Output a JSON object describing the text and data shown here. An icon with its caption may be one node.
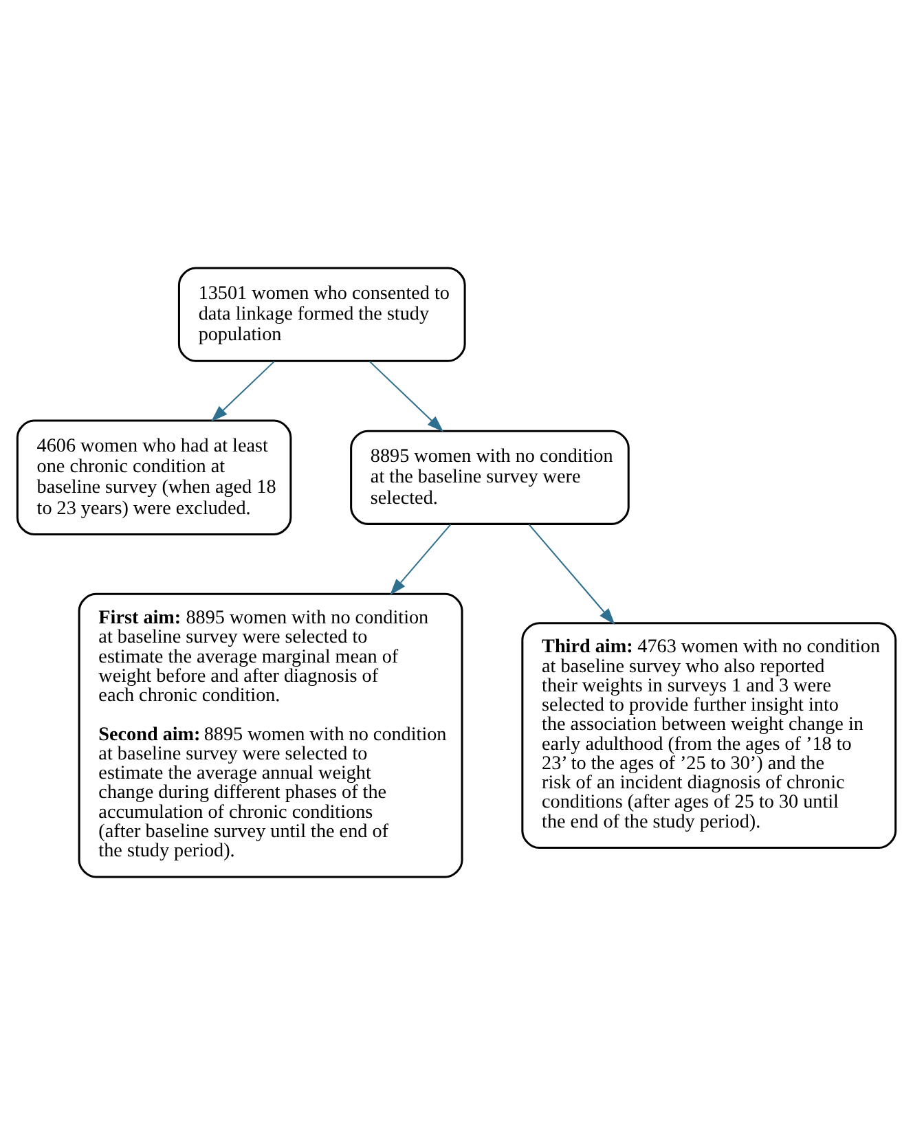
{
  "diagram": {
    "nodes": [
      {
        "text": [
          "13501 women who consented to data linkage formed the study population"
        ]
      },
      {
        "text": [
          "4606 women who had at least one chronic condition at baseline survey (when aged 18 to 23 years) were excluded."
        ]
      },
      {
        "text": [
          "8895 women with no condition at the baseline survey were selected."
        ]
      },
      {
        "text": [
          "**First aim:** 8895 women with no condition at baseline survey were selected to estimate the average marginal mean of weight before and after diagnosis of each chronic condition.",
          "**Second aim:** 8895 women with no condition at baseline survey were selected to estimate the average annual weight change during different phases of the accumulation of chronic conditions (after baseline survey until the end of the study period)."
        ]
      },
      {
        "text": [
          "**Third aim:** 4763 women with no condition at baseline survey who also reported their weights in surveys 1 and 3 were selected to provide further insight into the association between weight change in early adulthood (from the ages of ’18 to 23’ to the ages of ’25 to 30’) and the risk of an incident diagnosis of chronic conditions (after ages of 25 to 30 until the end of the study period)."
        ]
      }
    ],
    "edges": [
      {
        "from": 0,
        "to": 2,
        "arrow": "to"
      },
      {
        "from": 0,
        "to": 1,
        "arrow": "to"
      },
      {
        "from": 2,
        "to": 3,
        "arrow": "to"
      },
      {
        "from": 2,
        "to": 4,
        "arrow": "to"
      }
    ]
  }
}
